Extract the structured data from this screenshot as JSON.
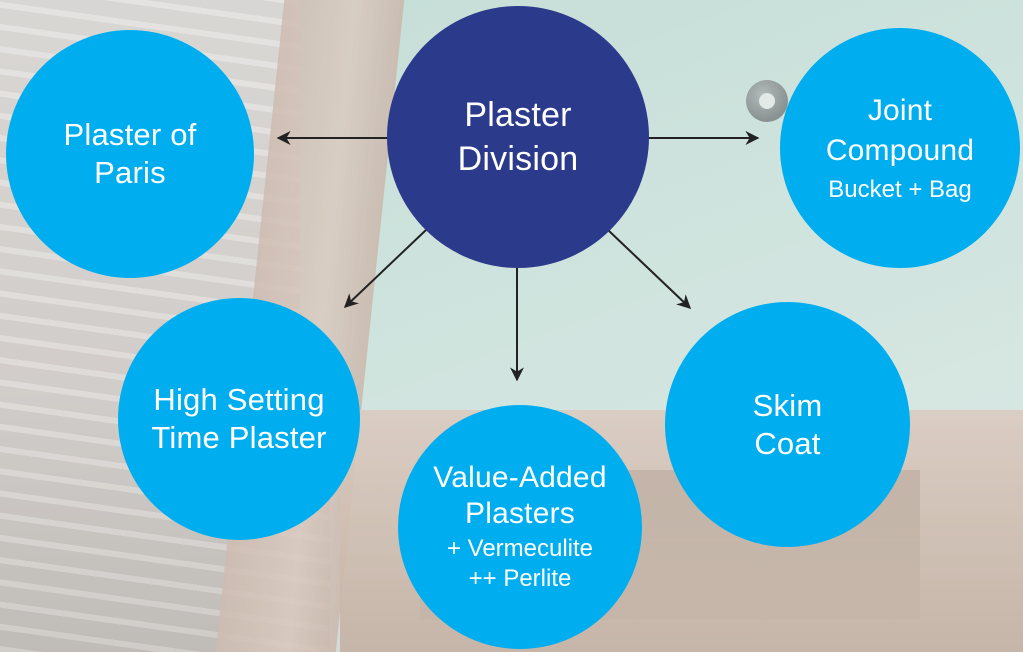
{
  "diagram": {
    "center": {
      "line1": "Plaster",
      "line2": "Division"
    },
    "nodes": {
      "paris": {
        "line1": "Plaster of",
        "line2": "Paris"
      },
      "joint": {
        "line1": "Joint",
        "line2": "Compound",
        "sub": "Bucket + Bag"
      },
      "high": {
        "line1": "High Setting",
        "line2": "Time Plaster"
      },
      "skim": {
        "line1": "Skim",
        "line2": "Coat"
      },
      "value": {
        "line1": "Value-Added",
        "line2": "Plasters",
        "sub1": "+ Vermeculite",
        "sub2": "++ Perlite"
      }
    },
    "colors": {
      "center": "#2c3a8c",
      "node": "#00aeef",
      "text": "#ffffff",
      "arrow": "#222222"
    }
  }
}
